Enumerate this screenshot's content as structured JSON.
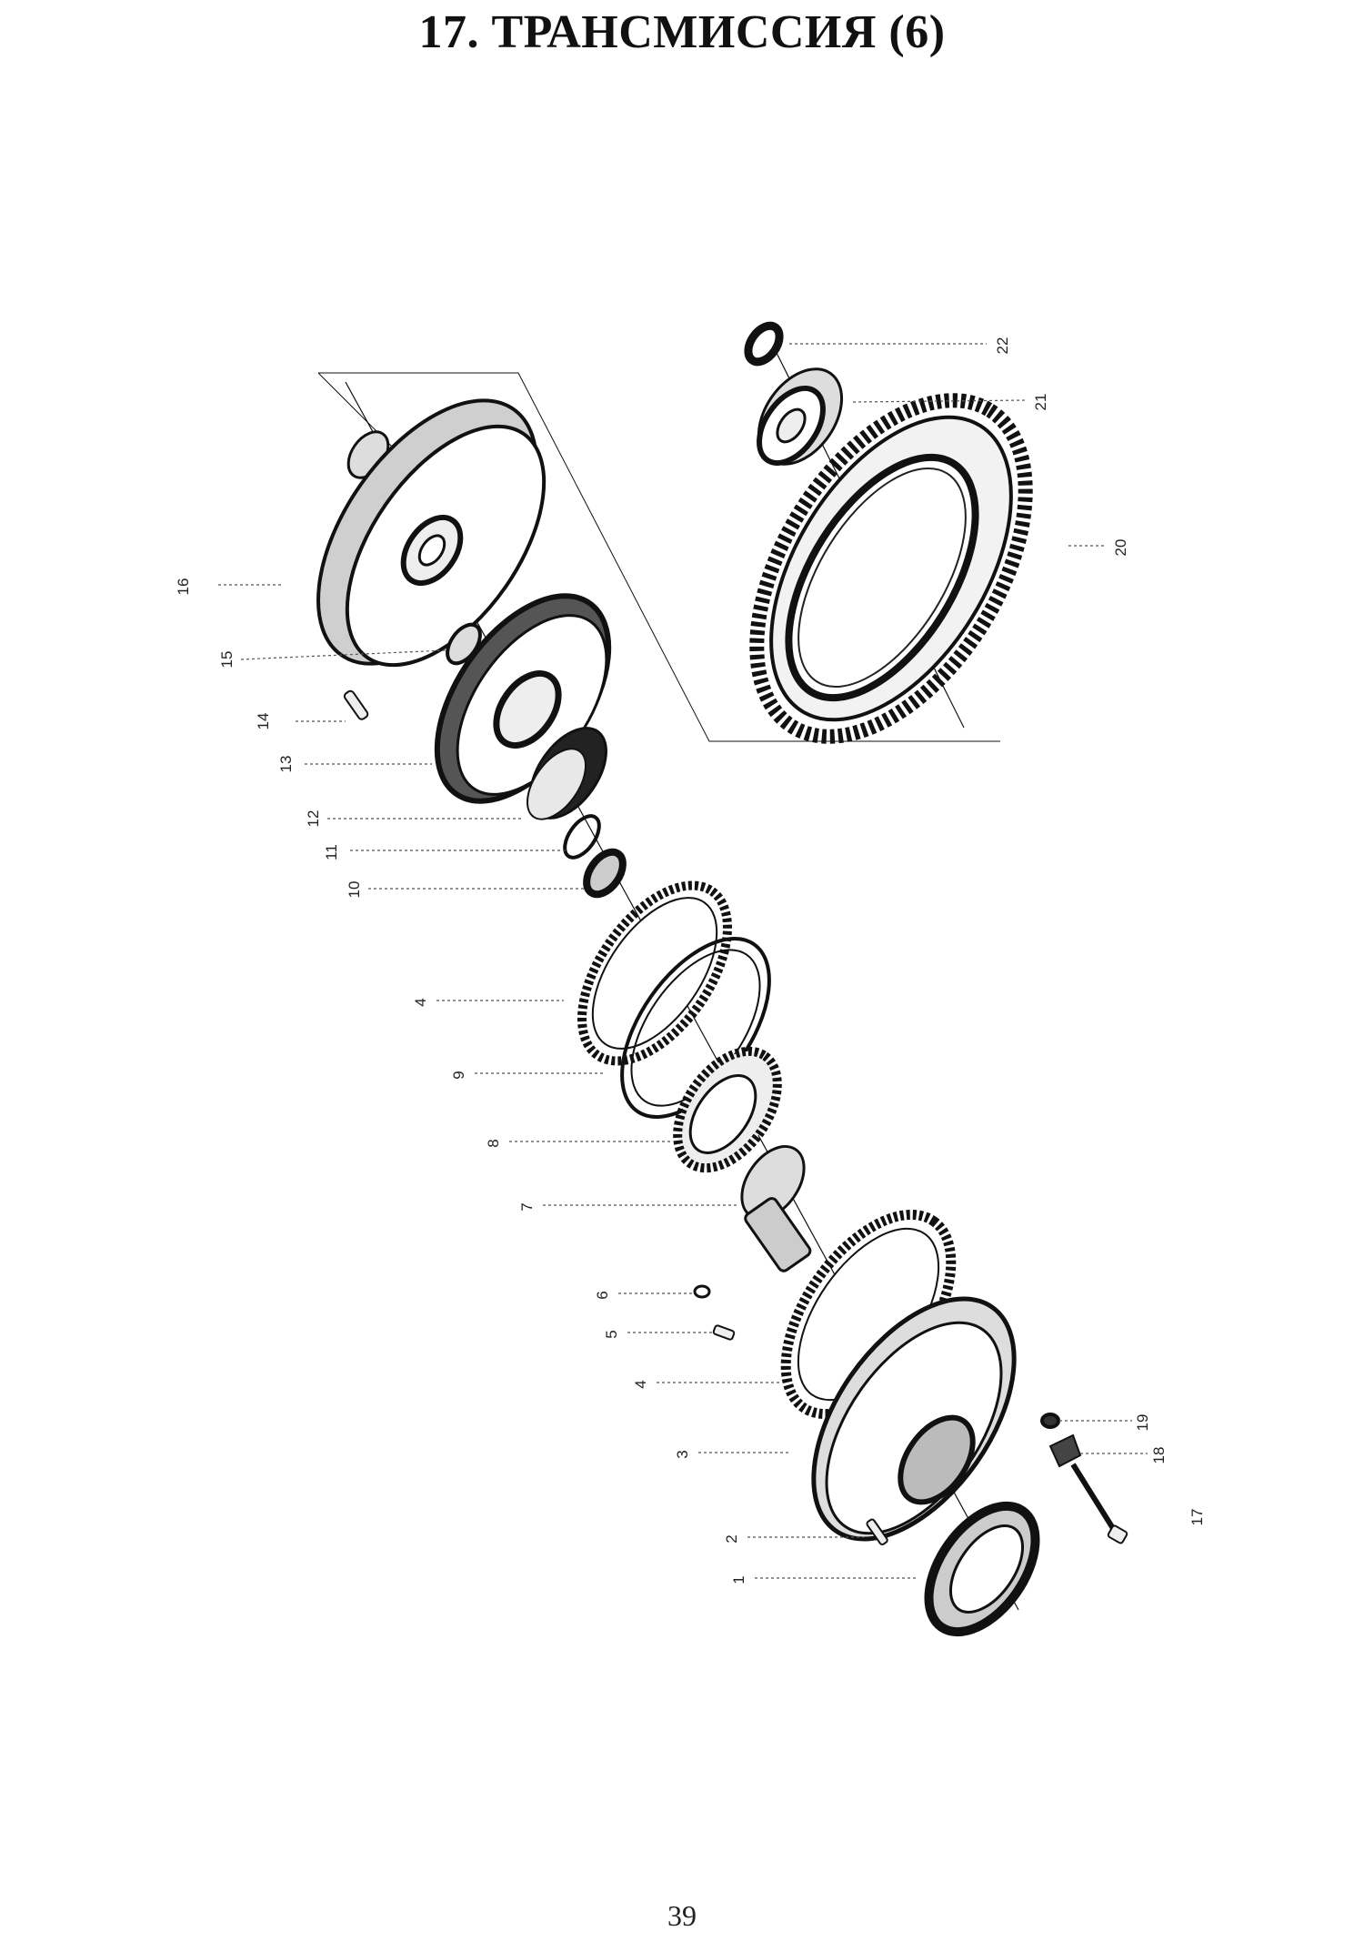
{
  "page": {
    "title": "17. ТРАНСМИССИЯ (6)",
    "page_number": "39"
  },
  "callouts": [
    "1",
    "2",
    "3",
    "4",
    "4",
    "5",
    "6",
    "7",
    "8",
    "9",
    "10",
    "11",
    "12",
    "13",
    "14",
    "15",
    "16",
    "17",
    "18",
    "19",
    "20",
    "21",
    "22"
  ]
}
